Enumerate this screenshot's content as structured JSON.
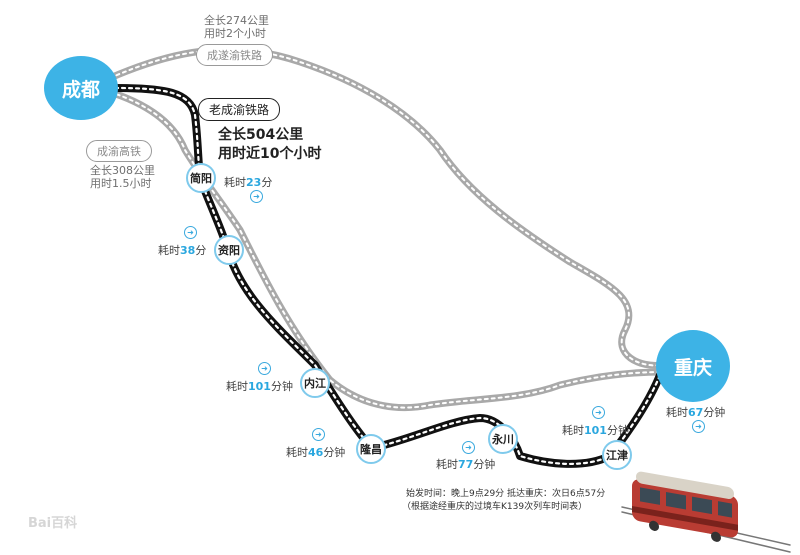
{
  "cities": {
    "chengdu": "成都",
    "chongqing": "重庆"
  },
  "stations": {
    "jianyang": "简阳",
    "ziyang": "资阳",
    "neijiang": "内江",
    "longchang": "隆昌",
    "yongchuan": "永川",
    "jiangjin": "江津"
  },
  "routes": {
    "chengsui": {
      "name": "成遂渝铁路",
      "length": "全长274公里",
      "time": "用时2个小时"
    },
    "old": {
      "name": "老成渝铁路",
      "length": "全长504公里",
      "time": "用时近10个小时"
    },
    "highspeed": {
      "name": "成渝高铁",
      "length": "全长308公里",
      "time": "用时1.5小时"
    }
  },
  "segments": {
    "jianyang": {
      "pre": "耗时",
      "num": "23",
      "unit": "分"
    },
    "ziyang": {
      "pre": "耗时",
      "num": "38",
      "unit": "分"
    },
    "neijiang": {
      "pre": "耗时",
      "num": "101",
      "unit": "分钟"
    },
    "longchang": {
      "pre": "耗时",
      "num": "46",
      "unit": "分钟"
    },
    "yongchuan": {
      "pre": "耗时",
      "num": "77",
      "unit": "分钟"
    },
    "jiangjin": {
      "pre": "耗时",
      "num": "101",
      "unit": "分钟"
    },
    "chongqing": {
      "pre": "耗时",
      "num": "67",
      "unit": "分钟"
    }
  },
  "schedule": {
    "line1": "始发时间：晚上9点29分    抵达重庆：次日6点57分",
    "line2": "（根据途经重庆的过境车K139次列车时间表）"
  },
  "watermark": "Bai百科",
  "colors": {
    "city": "#3db3e6",
    "old_line": "#111111",
    "gray_line": "#a9a9a9",
    "accent": "#2aa7df"
  }
}
